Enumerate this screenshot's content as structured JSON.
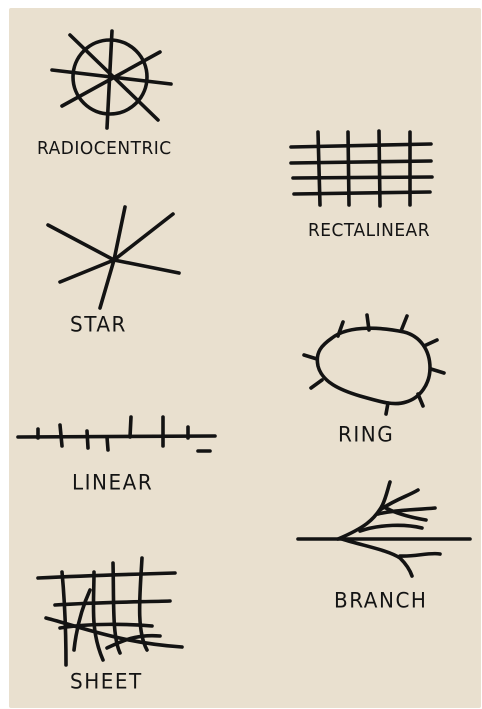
{
  "diagrams": [
    {
      "id": "radiocentric",
      "label": "RADIOCENTRIC"
    },
    {
      "id": "rectalinear",
      "label": "RECTALINEAR"
    },
    {
      "id": "star",
      "label": "STAR"
    },
    {
      "id": "ring",
      "label": "RING"
    },
    {
      "id": "linear",
      "label": "LINEAR"
    },
    {
      "id": "branch",
      "label": "BRANCH"
    },
    {
      "id": "sheet",
      "label": "SHEET"
    }
  ],
  "colors": {
    "paper": "#e9e0cf",
    "ink": "#131313",
    "border": "#ffffff"
  }
}
